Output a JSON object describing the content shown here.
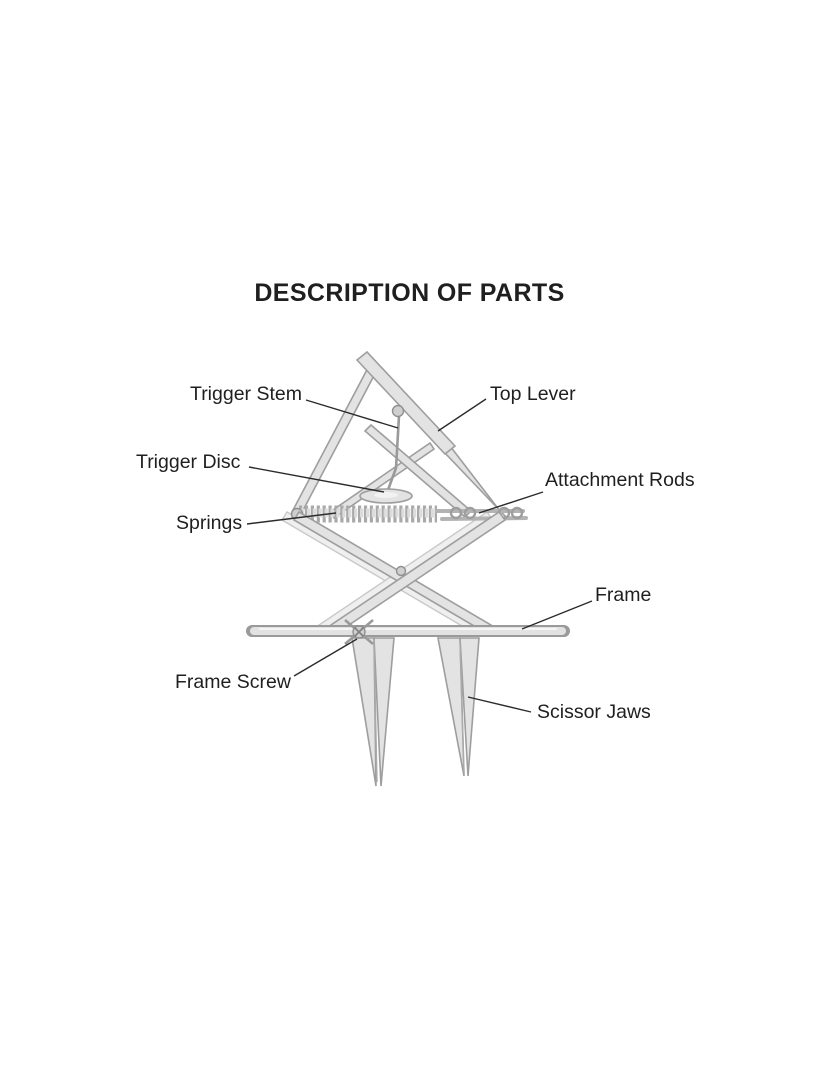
{
  "title": "DESCRIPTION OF PARTS",
  "diagram": {
    "labels": [
      {
        "id": "trigger-stem",
        "text": "Trigger Stem"
      },
      {
        "id": "top-lever",
        "text": "Top Lever"
      },
      {
        "id": "trigger-disc",
        "text": "Trigger Disc"
      },
      {
        "id": "attachment-rods",
        "text": "Attachment Rods"
      },
      {
        "id": "springs",
        "text": "Springs"
      },
      {
        "id": "frame",
        "text": "Frame"
      },
      {
        "id": "frame-screw",
        "text": "Frame Screw"
      },
      {
        "id": "scissor-jaws",
        "text": "Scissor Jaws"
      }
    ],
    "colors": {
      "background": "#ffffff",
      "text": "#1f1f1f",
      "leader_line": "#2b2b2b",
      "metal_light": "#e3e3e3",
      "metal_mid": "#cfcfcf",
      "metal_dark": "#9e9e9e"
    }
  }
}
